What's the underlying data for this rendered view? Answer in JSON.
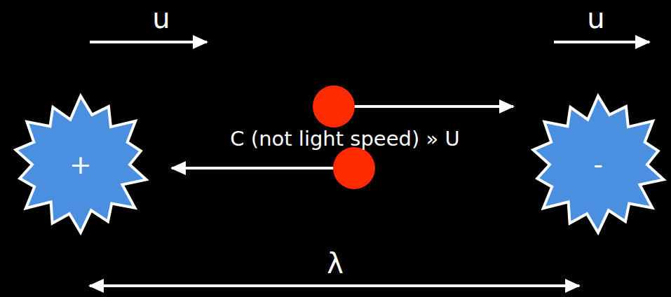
{
  "diagram": {
    "nodes": [
      {
        "text": [
          "+"
        ]
      },
      {
        "text": [
          "-"
        ]
      }
    ],
    "labels": [
      "u",
      "u",
      "C (not light speed) » U",
      "λ"
    ]
  }
}
